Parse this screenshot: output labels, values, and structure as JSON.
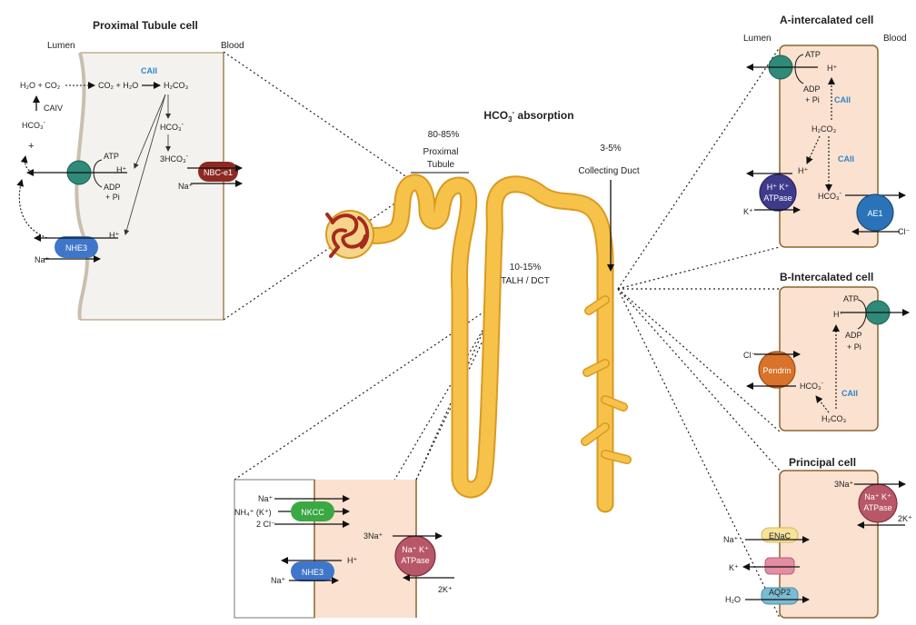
{
  "title": {
    "main": "HCO",
    "sub": "3",
    "sup": "-",
    "rest": " absorption"
  },
  "segments": {
    "pt_pct": "80-85%",
    "pt_l1": "Proximal",
    "pt_l2": "Tubule",
    "talh_pct": "10-15%",
    "talh_name": "TALH  /  DCT",
    "cd_pct": "3-5%",
    "cd_name": "Collecting Duct"
  },
  "proximal": {
    "title": "Proximal Tubule cell",
    "lumen": "Lumen",
    "blood": "Blood",
    "eq1": "H₂O + CO₂",
    "eq2": "CO₂ + H₂O",
    "h2co3": "H₂CO₃",
    "hco3": "HCO₃",
    "caii": "CAII",
    "caiv": "CAIV",
    "hco3_lumen": "HCO₃",
    "plus": "+",
    "atp": "ATP",
    "hp": "H⁺",
    "adp": "ADP",
    "pi": "+ Pi",
    "hp2": "H⁺",
    "na": "Na⁺",
    "three_hco3": "3HCO₃",
    "na_nbc": "Na⁺",
    "nhe3": "NHE3",
    "nbc": "NBC-e1"
  },
  "talh": {
    "na": "Na⁺",
    "nh4": "NH₄⁺ (K⁺)",
    "cl": "2 Cl⁻",
    "nkcc": "NKCC",
    "hp": "H⁺",
    "na2": "Na⁺",
    "nhe3": "NHE3",
    "three_na": "3Na⁺",
    "pump_l1": "Na⁺ K⁺",
    "pump_l2": "ATPase",
    "two_k": "2K⁺"
  },
  "a_cell": {
    "title": "A-intercalated cell",
    "lumen": "Lumen",
    "blood": "Blood",
    "atp": "ATP",
    "hp": "H⁺",
    "adp": "ADP",
    "pi": "+ Pi",
    "caii": "CAII",
    "h2co3": "H₂CO₃",
    "caii2": "CAII",
    "hp2": "H⁺",
    "hco3": "HCO₃",
    "hk_l1": "H⁺ K⁺",
    "hk_l2": "ATPase",
    "k": "K⁺",
    "ae1": "AE1",
    "cl": "Cl⁻"
  },
  "b_cell": {
    "title": "B-Intercalated cell",
    "atp": "ATP",
    "hp": "H⁺",
    "adp": "ADP",
    "pi": "+ Pi",
    "cl": "Cl⁻",
    "pendrin": "Pendrin",
    "hco3": "HCO₃",
    "caii": "CAII",
    "h2co3": "H₂CO₃"
  },
  "principal": {
    "title": "Principal cell",
    "three_na": "3Na⁺",
    "pump_l1": "Na⁺ K⁺",
    "pump_l2": "ATPase",
    "two_k": "2K⁺",
    "na": "Na⁺",
    "enac": "ENaC",
    "k": "K⁺",
    "h2o": "H₂O",
    "aqp2": "AQP2"
  },
  "colors": {
    "cell_fill": "#fbe1cf",
    "cell_stroke": "#8a6530",
    "pt_cell_fill": "#f4f2ee",
    "nephron": "#f6c24a",
    "nephron_dark": "#d99a22",
    "teal": "#2f8a7a",
    "nhe3_blue": "#3f76c9",
    "nbc_red": "#8c2a22",
    "nkcc_green": "#3aa843",
    "pump_pink": "#b85768",
    "hk_purple": "#3f3b8c",
    "ae1_blue": "#2a73b8",
    "pendrin_orange": "#d9722a",
    "enac_yellow": "#f7e29a",
    "kchan_pink": "#e58da3",
    "aqp2_blue": "#79bcd3",
    "caii_blue": "#2f86c9"
  }
}
